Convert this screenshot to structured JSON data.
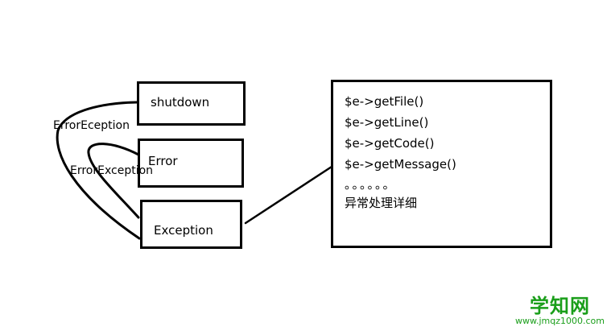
{
  "nodes": {
    "shutdown": "shutdown",
    "error": "Error",
    "exception": "Exception"
  },
  "edges": {
    "outer_label": "ErrorEception",
    "inner_label": "ErrorException"
  },
  "detail": {
    "lines": [
      "$e->getFile()",
      "$e->getLine()",
      "$e->getCode()",
      "$e->getMessage()"
    ],
    "dots": "。。。。。。",
    "note": "异常处理详细"
  },
  "watermark": {
    "logo": "学知网",
    "url": "www.jmqz1000.com"
  },
  "colors": {
    "stroke": "#000000",
    "watermark": "#1a9e1a"
  }
}
